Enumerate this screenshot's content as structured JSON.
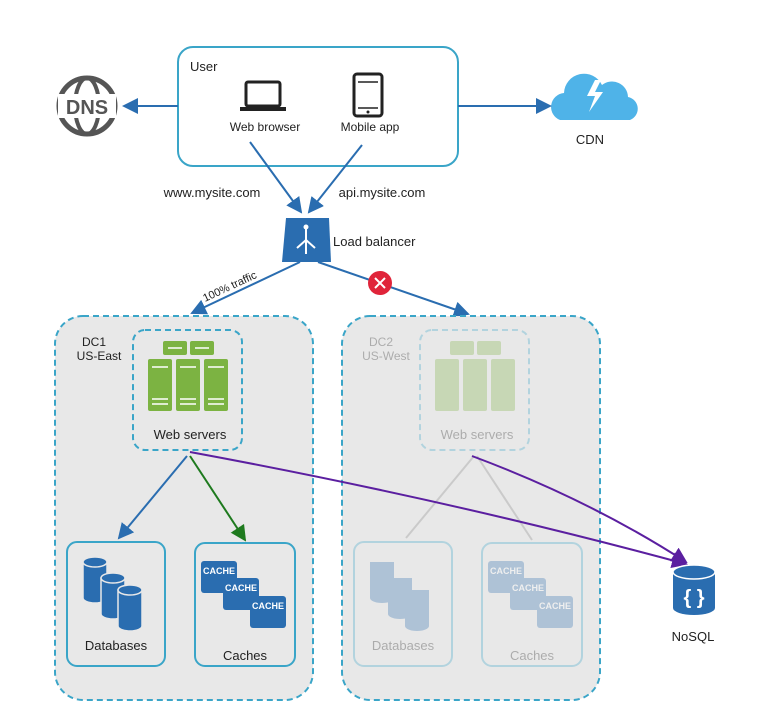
{
  "user": {
    "title": "User",
    "web_browser": "Web browser",
    "mobile_app": "Mobile app"
  },
  "dns": {
    "label": "DNS"
  },
  "cdn": {
    "label": "CDN"
  },
  "routes": {
    "www": "www.mysite.com",
    "api": "api.mysite.com",
    "traffic": "100% traffic"
  },
  "load_balancer": {
    "label": "Load balancer"
  },
  "dc1": {
    "name": "DC1",
    "region": "US-East",
    "web_servers": "Web servers",
    "databases": "Databases",
    "caches": "Caches",
    "cache_tag": "CACHE"
  },
  "dc2": {
    "name": "DC2",
    "region": "US-West",
    "web_servers": "Web servers",
    "databases": "Databases",
    "caches": "Caches",
    "cache_tag": "CACHE"
  },
  "nosql": {
    "label": "NoSQL"
  },
  "colors": {
    "accent": "#2a6db0",
    "border": "#3aa5c8",
    "server": "#7cb342",
    "error": "#e0243a",
    "nosql_link": "#5b1fa0",
    "cache_link": "#1e7a1e"
  }
}
